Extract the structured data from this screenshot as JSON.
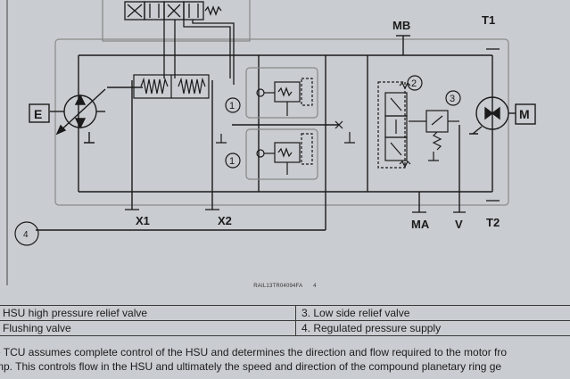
{
  "diagram": {
    "labels": {
      "mb": "MB",
      "t1": "T1",
      "e": "E",
      "m": "M",
      "x1": "X1",
      "x2": "X2",
      "ma": "MA",
      "v": "V",
      "t2": "T2",
      "callout_1a": "1",
      "callout_1b": "1",
      "callout_2": "2",
      "callout_3": "3",
      "callout_4": "4"
    }
  },
  "caption": {
    "figure_id": "RAIL13TR04094FA",
    "figure_number": "4"
  },
  "legend": {
    "rows": [
      [
        "HSU high pressure relief valve",
        "3. Low side relief valve"
      ],
      [
        "Flushing valve",
        "4. Regulated pressure supply"
      ]
    ]
  },
  "body_text": {
    "line_1": "e TCU assumes complete control of the HSU and determines the direction and flow required to the motor fro",
    "line_2": "mp. This controls flow in the HSU and ultimately the speed and direction of the compound planetary ring ge"
  }
}
